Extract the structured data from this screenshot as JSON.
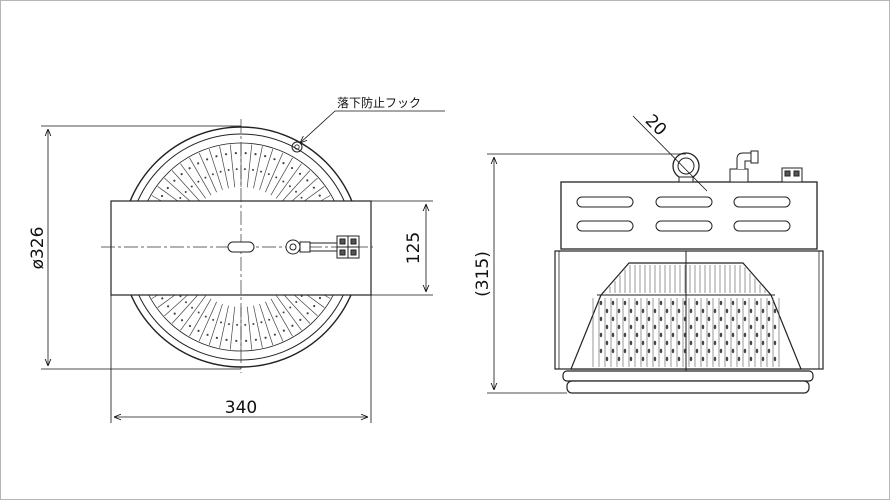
{
  "labels": {
    "fall_prevention_hook": "落下防止フック",
    "diameter": "ø326",
    "width": "340",
    "bracket_height": "125",
    "total_height": "(315)",
    "hook_size": "20"
  }
}
